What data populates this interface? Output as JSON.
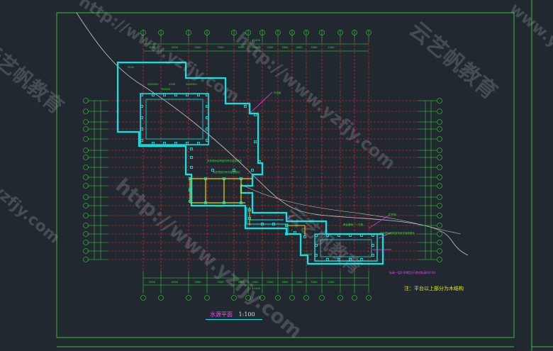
{
  "drawing": {
    "title": "水源平面",
    "scale": "1:100",
    "note": "注：平台以上部分为木结构",
    "small_note": "标高一层0.00相当于绝对标高XX.XX"
  },
  "dimensions": {
    "total": "41400",
    "top_spans": [
      "3000",
      "4500",
      "3000",
      "7500",
      "3500",
      "5000",
      "2500",
      "3000",
      "3000",
      "3300",
      "2500"
    ],
    "bottom_spans": [
      "3000",
      "4500",
      "3000",
      "7500",
      "3500",
      "5000",
      "2500",
      "3000",
      "3300",
      "3300",
      "2500"
    ]
  },
  "watermarks": {
    "brand": "云艺帆教育",
    "url": "http://www.yzfjy.com",
    "url_short": "yzfjy.com",
    "domain_tail": "www.yz"
  },
  "colors": {
    "background": "#212830",
    "frame": "#2fbf2f",
    "axis_red": "#ff2a2a",
    "wall_cyan": "#00e8e8",
    "column_yellow": "#e8d800",
    "text_green": "#36e036"
  }
}
